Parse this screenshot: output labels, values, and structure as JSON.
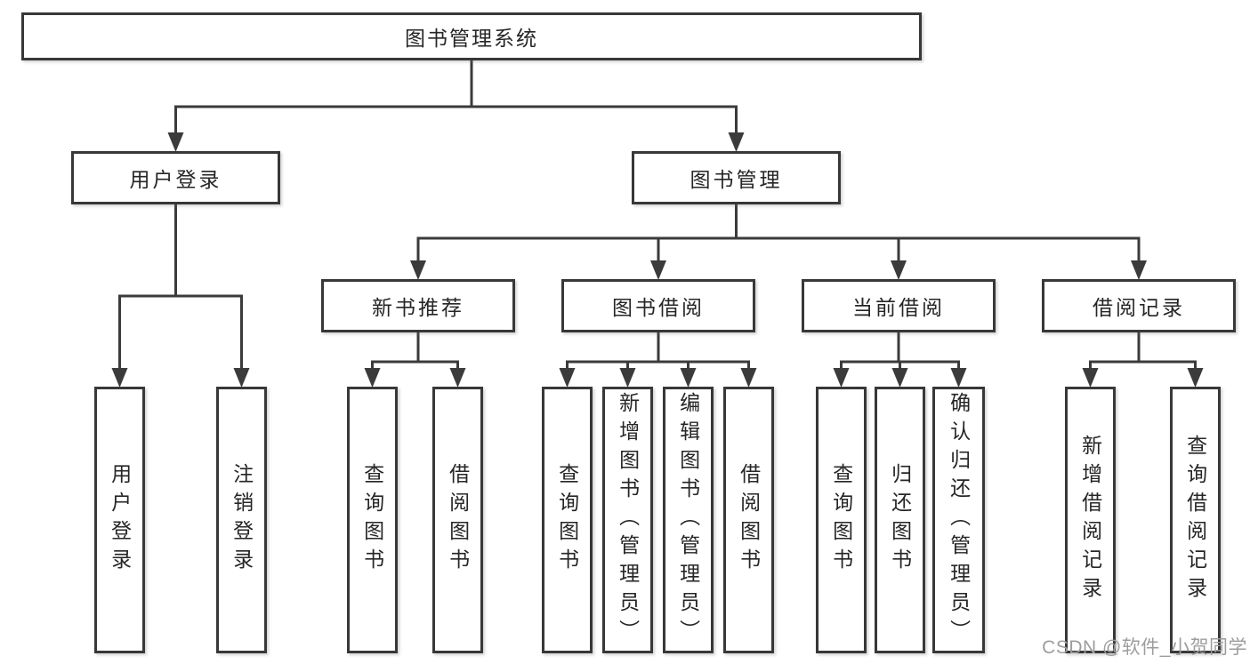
{
  "diagram": {
    "title": "图书管理系统",
    "watermark": "CSDN @软件_小贺同学",
    "colors": {
      "background": "#ffffff",
      "line": "#3b3b3b",
      "box_border": "#383838",
      "box_fill": "#ffffff",
      "text": "#262626",
      "watermark": "#9d9d9d"
    },
    "nodes": [
      {
        "id": "root",
        "label": "图书管理系统",
        "orientation": "horizontal",
        "level": 1
      },
      {
        "id": "user-login",
        "label": "用户登录",
        "orientation": "horizontal",
        "level": 2
      },
      {
        "id": "book-management",
        "label": "图书管理",
        "orientation": "horizontal",
        "level": 2
      },
      {
        "id": "new-book-recommendation",
        "label": "新书推荐",
        "orientation": "horizontal",
        "level": 3
      },
      {
        "id": "book-borrowing",
        "label": "图书借阅",
        "orientation": "horizontal",
        "level": 3
      },
      {
        "id": "current-borrowing",
        "label": "当前借阅",
        "orientation": "horizontal",
        "level": 3
      },
      {
        "id": "borrowing-records",
        "label": "借阅记录",
        "orientation": "horizontal",
        "level": 3
      },
      {
        "id": "login-action",
        "label": "用户登录",
        "orientation": "vertical",
        "level": 4
      },
      {
        "id": "logout-action",
        "label": "注销登录",
        "orientation": "vertical",
        "level": 4
      },
      {
        "id": "recommend-query-books",
        "label": "查询图书",
        "orientation": "vertical",
        "level": 4
      },
      {
        "id": "recommend-borrow-books",
        "label": "借阅图书",
        "orientation": "vertical",
        "level": 4
      },
      {
        "id": "borrowing-query-books",
        "label": "查询图书",
        "orientation": "vertical",
        "level": 4
      },
      {
        "id": "borrowing-add-books-admin",
        "label": "新增图书（管理员）",
        "orientation": "vertical",
        "level": 4
      },
      {
        "id": "borrowing-edit-books-admin",
        "label": "编辑图书（管理员）",
        "orientation": "vertical",
        "level": 4
      },
      {
        "id": "borrowing-borrow-books",
        "label": "借阅图书",
        "orientation": "vertical",
        "level": 4
      },
      {
        "id": "current-query-books",
        "label": "查询图书",
        "orientation": "vertical",
        "level": 4
      },
      {
        "id": "current-return-books",
        "label": "归还图书",
        "orientation": "vertical",
        "level": 4
      },
      {
        "id": "current-confirm-return-admin",
        "label": "确认归还（管理员）",
        "orientation": "vertical",
        "level": 4
      },
      {
        "id": "records-add-borrow-record",
        "label": "新增借阅记录",
        "orientation": "vertical",
        "level": 4
      },
      {
        "id": "records-query-borrow-record",
        "label": "查询借阅记录",
        "orientation": "vertical",
        "level": 4
      }
    ],
    "edges": [
      {
        "from": "root",
        "to": "user-login"
      },
      {
        "from": "root",
        "to": "book-management"
      },
      {
        "from": "user-login",
        "to": "login-action"
      },
      {
        "from": "user-login",
        "to": "logout-action"
      },
      {
        "from": "book-management",
        "to": "new-book-recommendation"
      },
      {
        "from": "book-management",
        "to": "book-borrowing"
      },
      {
        "from": "book-management",
        "to": "current-borrowing"
      },
      {
        "from": "book-management",
        "to": "borrowing-records"
      },
      {
        "from": "new-book-recommendation",
        "to": "recommend-query-books"
      },
      {
        "from": "new-book-recommendation",
        "to": "recommend-borrow-books"
      },
      {
        "from": "book-borrowing",
        "to": "borrowing-query-books"
      },
      {
        "from": "book-borrowing",
        "to": "borrowing-add-books-admin"
      },
      {
        "from": "book-borrowing",
        "to": "borrowing-edit-books-admin"
      },
      {
        "from": "book-borrowing",
        "to": "borrowing-borrow-books"
      },
      {
        "from": "current-borrowing",
        "to": "current-query-books"
      },
      {
        "from": "current-borrowing",
        "to": "current-return-books"
      },
      {
        "from": "current-borrowing",
        "to": "current-confirm-return-admin"
      },
      {
        "from": "borrowing-records",
        "to": "records-add-borrow-record"
      },
      {
        "from": "borrowing-records",
        "to": "records-query-borrow-record"
      }
    ]
  }
}
